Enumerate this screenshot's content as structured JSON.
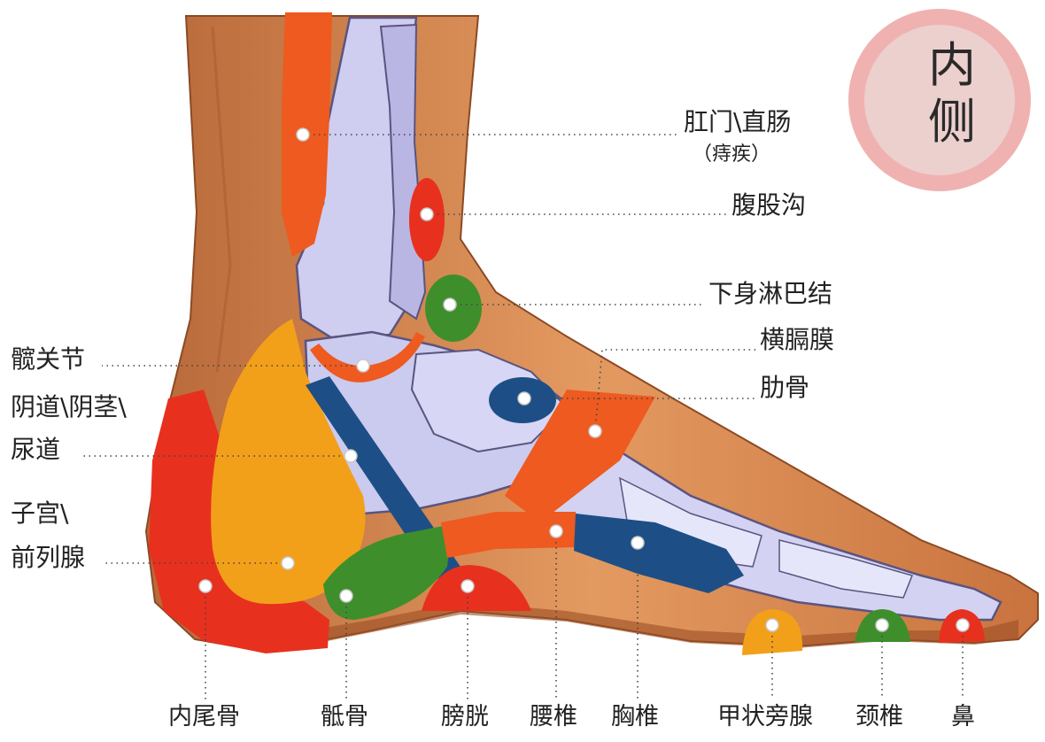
{
  "title": "内侧",
  "labels_right": [
    {
      "id": "anus-rectum",
      "text": "肛门\\直肠"
    },
    {
      "id": "hemorrhoids",
      "text": "（痔疾）"
    },
    {
      "id": "groin",
      "text": "腹股沟"
    },
    {
      "id": "lower-lymph",
      "text": "下身淋巴结"
    },
    {
      "id": "diaphragm",
      "text": "横膈膜"
    },
    {
      "id": "ribs",
      "text": "肋骨"
    }
  ],
  "labels_left": [
    {
      "id": "hip-joint",
      "text": "髋关节"
    },
    {
      "id": "vagina-penis",
      "text": "阴道\\阴茎\\"
    },
    {
      "id": "urethra",
      "text": "尿道"
    },
    {
      "id": "uterus",
      "text": "子宫\\"
    },
    {
      "id": "prostate",
      "text": "前列腺"
    }
  ],
  "labels_bottom": [
    {
      "id": "inner-coccyx",
      "text": "内尾骨"
    },
    {
      "id": "sacrum",
      "text": "骶骨"
    },
    {
      "id": "bladder",
      "text": "膀胱"
    },
    {
      "id": "lumbar",
      "text": "腰椎"
    },
    {
      "id": "thoracic",
      "text": "胸椎"
    },
    {
      "id": "parathyroid",
      "text": "甲状旁腺"
    },
    {
      "id": "cervical",
      "text": "颈椎"
    },
    {
      "id": "nose",
      "text": "鼻"
    }
  ],
  "colors": {
    "zone_orange_red": "#ee5a1f",
    "zone_red": "#e8301e",
    "zone_amber": "#f2a01a",
    "zone_green": "#3e8f2c",
    "zone_navy": "#1d4f86",
    "skin": "#d9874d",
    "bone": "#c9c9ea",
    "badge": "#f0b2b0"
  }
}
